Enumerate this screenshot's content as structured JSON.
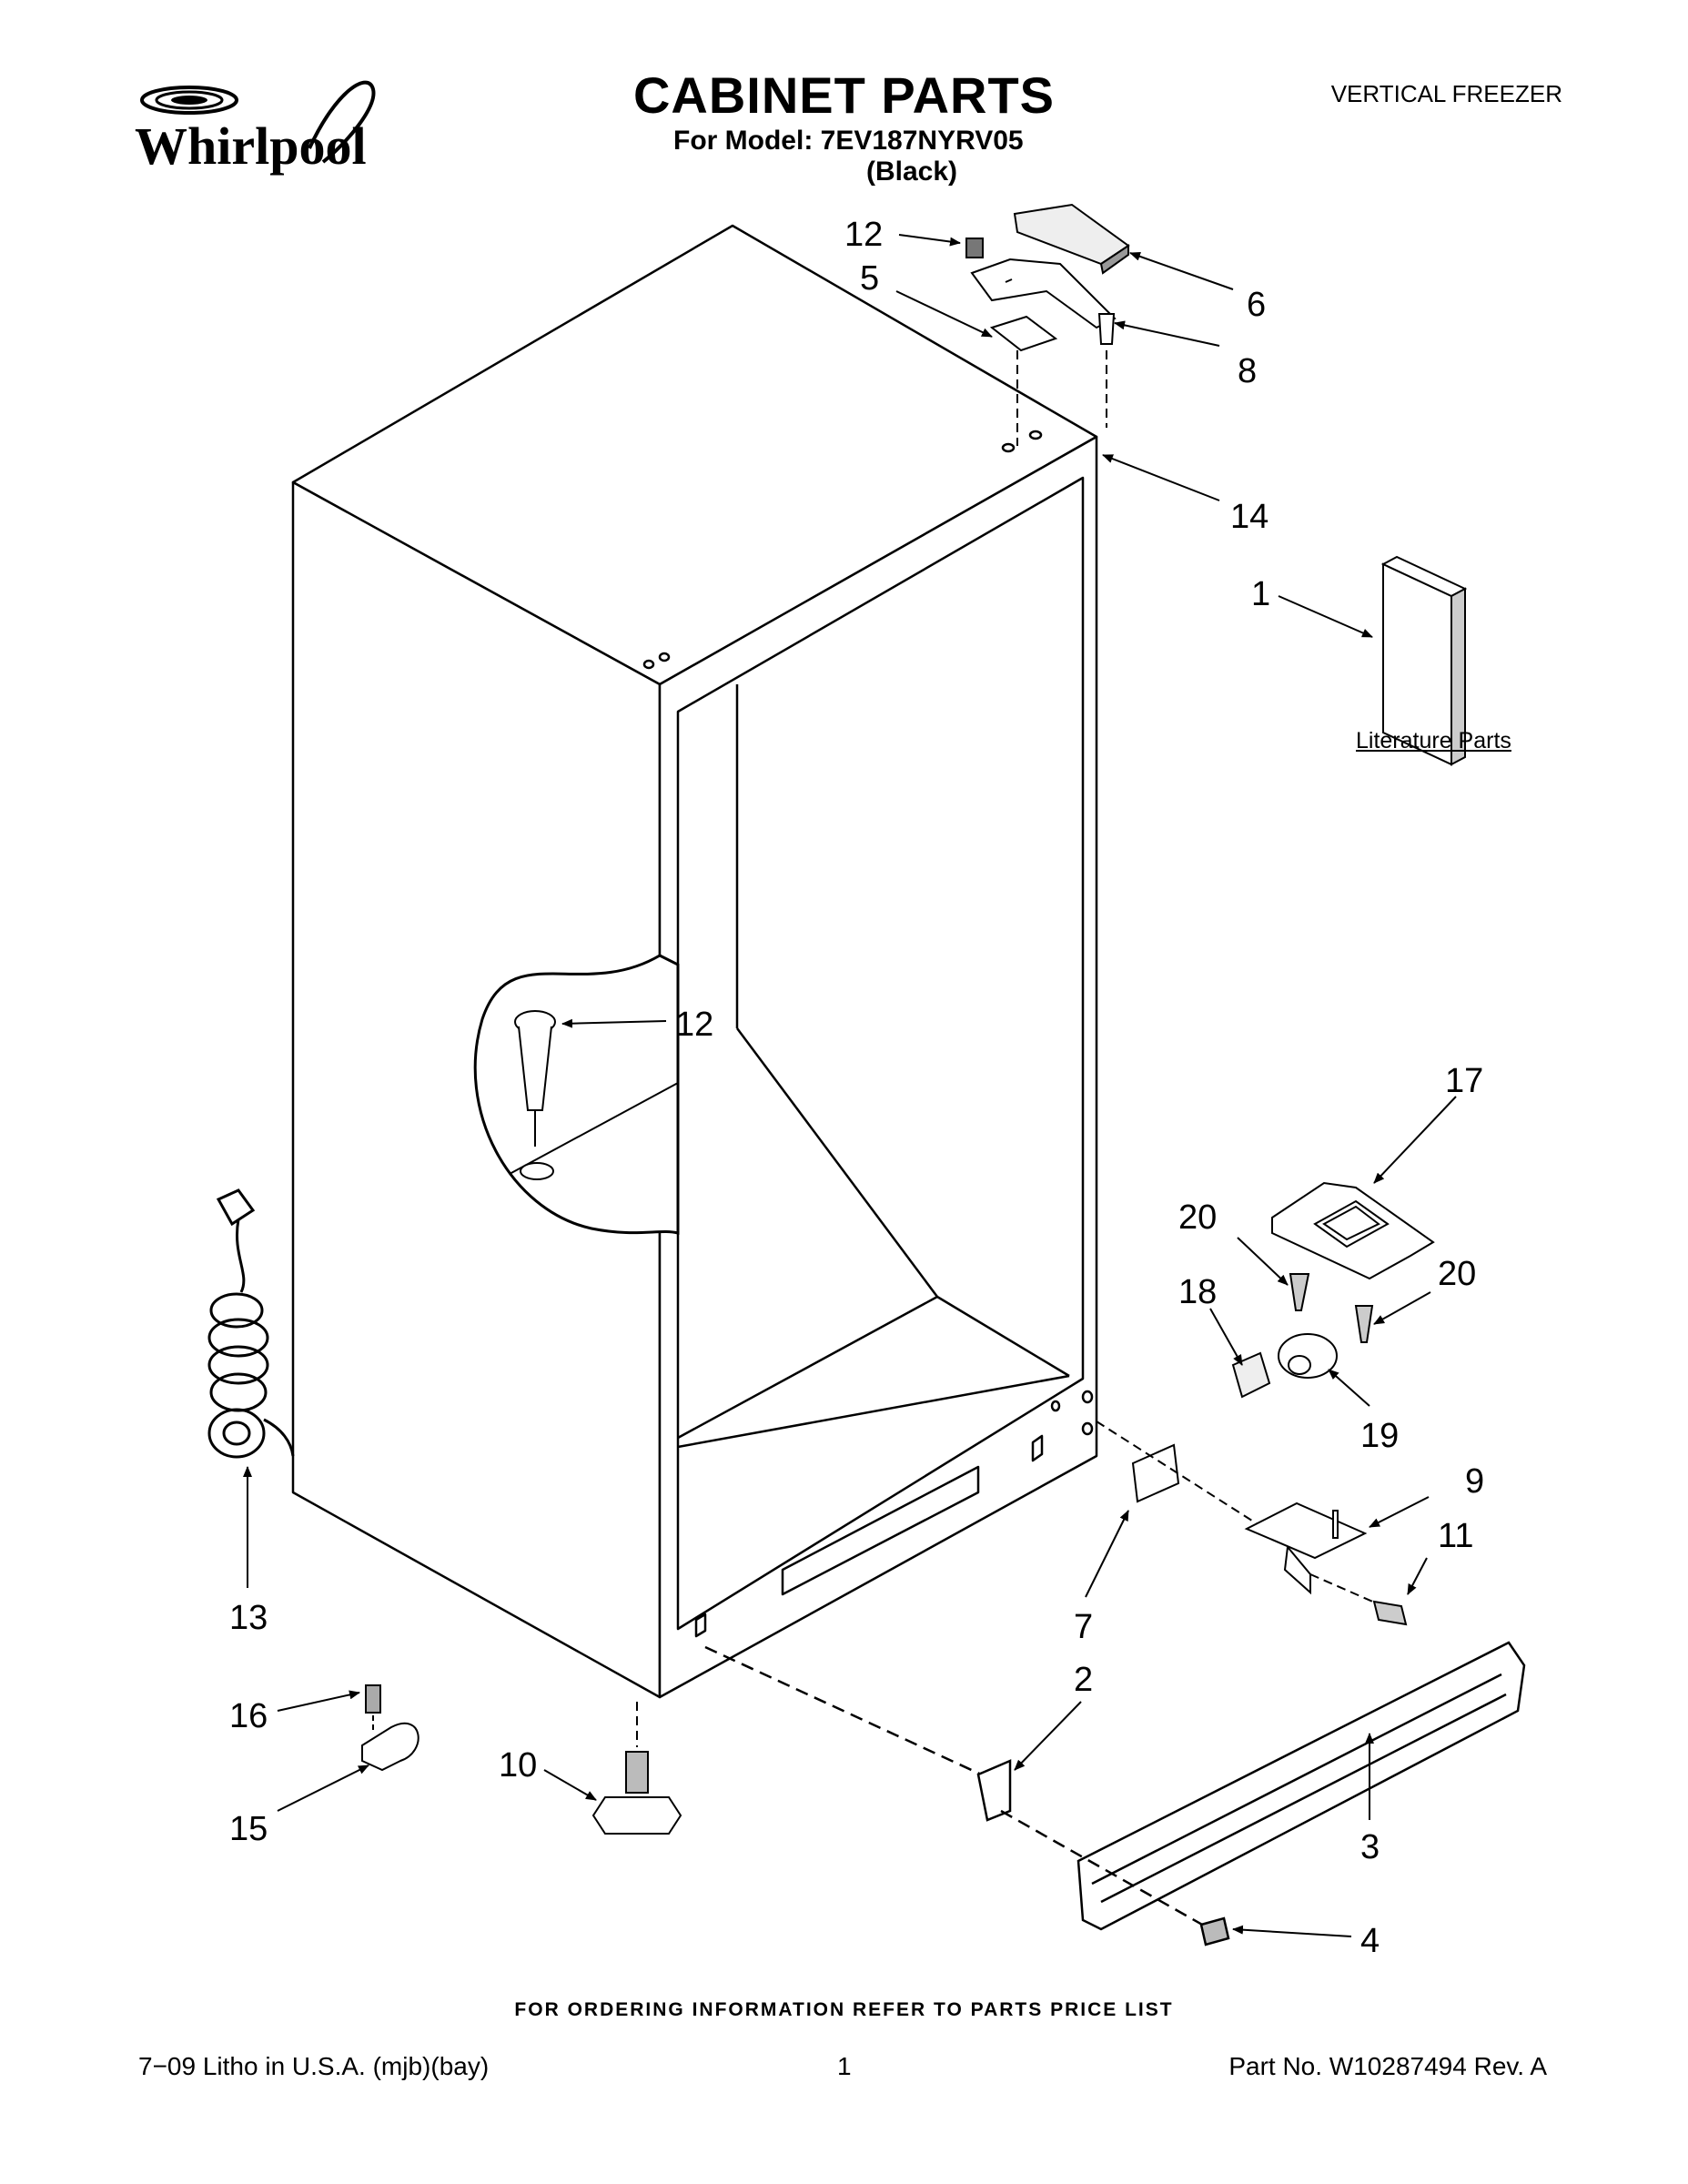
{
  "header": {
    "brand": "Whirlpool",
    "title": "CABINET PARTS",
    "model_line": "For Model: 7EV187NYRV05",
    "color_line": "(Black)",
    "category": "VERTICAL FREEZER"
  },
  "diagram": {
    "literature_label": "Literature Parts",
    "callouts": [
      "12",
      "5",
      "6",
      "8",
      "14",
      "1",
      "12",
      "17",
      "20",
      "20",
      "18",
      "19",
      "9",
      "11",
      "7",
      "2",
      "3",
      "4",
      "10",
      "13",
      "16",
      "15"
    ]
  },
  "footer": {
    "ordering_note": "FOR ORDERING INFORMATION REFER TO PARTS PRICE LIST",
    "litho": "7−09 Litho in U.S.A. (mjb)(bay)",
    "page": "1",
    "part_no": "Part No. W10287494 Rev. A"
  }
}
